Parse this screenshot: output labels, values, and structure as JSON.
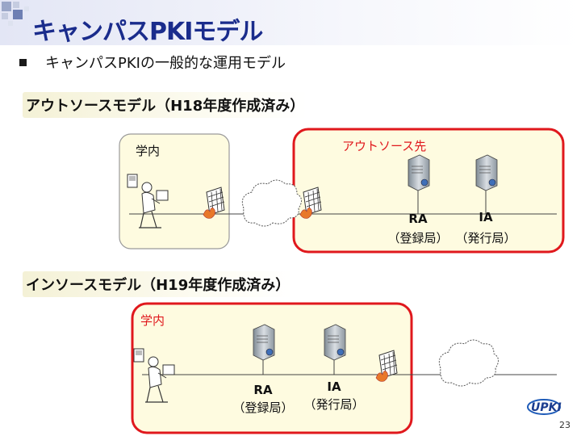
{
  "slide": {
    "title": "キャンパスPKIモデル",
    "bullet": "キャンパスPKIの一般的な運用モデル",
    "page_number": "23"
  },
  "outsource_model": {
    "label": "アウトソースモデル（H18年度作成済み）",
    "campus_label": "学内",
    "outsource_label": "アウトソース先",
    "ra_label": "RA",
    "ra_sub": "（登録局）",
    "ia_label": "IA",
    "ia_sub": "（発行局）"
  },
  "insource_model": {
    "label": "インソースモデル（H19年度作成済み）",
    "campus_label": "学内",
    "ra_label": "RA",
    "ra_sub": "（登録局）",
    "ia_label": "IA",
    "ia_sub": "（発行局）"
  },
  "logo": {
    "text": "UPKI"
  },
  "colors": {
    "title": "#1a2c8c",
    "zone_fill": "#fefbe0",
    "zone_border_gray": "#9a9a9a",
    "zone_border_red": "#e0181d",
    "outsource_label": "#e0181d"
  }
}
